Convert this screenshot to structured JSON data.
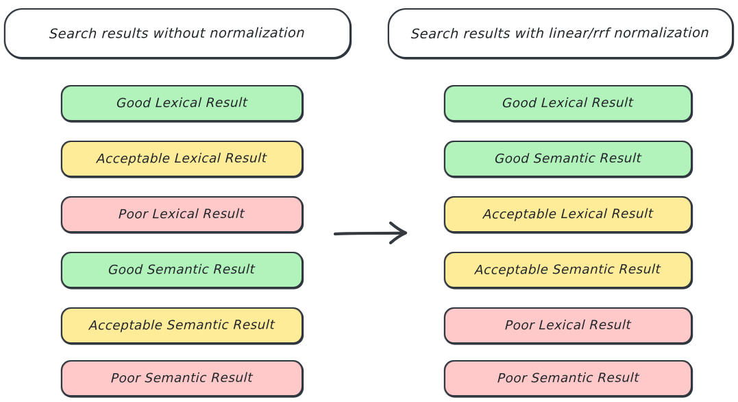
{
  "diagram": {
    "title_left": "Search results without normalization",
    "title_right": "Search results with linear/rrf normalization",
    "arrow": {
      "name": "flow-arrow",
      "direction": "left-to-right",
      "color": "#343a40"
    },
    "colors": {
      "good": "#b2f2bb",
      "acceptable": "#ffec99",
      "poor": "#ffc9c9",
      "stroke": "#30373e",
      "text": "#22262b",
      "background": "#ffffff"
    },
    "columns": [
      {
        "id": "without-normalization",
        "header": "Search results without normalization",
        "items": [
          {
            "label": "Good Lexical Result",
            "quality": "good",
            "fill": "fill-green"
          },
          {
            "label": "Acceptable Lexical Result",
            "quality": "acceptable",
            "fill": "fill-yellow"
          },
          {
            "label": "Poor Lexical Result",
            "quality": "poor",
            "fill": "fill-red"
          },
          {
            "label": "Good Semantic Result",
            "quality": "good",
            "fill": "fill-green"
          },
          {
            "label": "Acceptable Semantic Result",
            "quality": "acceptable",
            "fill": "fill-yellow"
          },
          {
            "label": "Poor Semantic Result",
            "quality": "poor",
            "fill": "fill-red"
          }
        ]
      },
      {
        "id": "with-normalization",
        "header": "Search results with linear/rrf normalization",
        "items": [
          {
            "label": "Good Lexical Result",
            "quality": "good",
            "fill": "fill-green"
          },
          {
            "label": "Good Semantic Result",
            "quality": "good",
            "fill": "fill-green"
          },
          {
            "label": "Acceptable Lexical Result",
            "quality": "acceptable",
            "fill": "fill-yellow"
          },
          {
            "label": "Acceptable Semantic Result",
            "quality": "acceptable",
            "fill": "fill-yellow"
          },
          {
            "label": "Poor Lexical Result",
            "quality": "poor",
            "fill": "fill-red"
          },
          {
            "label": "Poor Semantic Result",
            "quality": "poor",
            "fill": "fill-red"
          }
        ]
      }
    ]
  }
}
